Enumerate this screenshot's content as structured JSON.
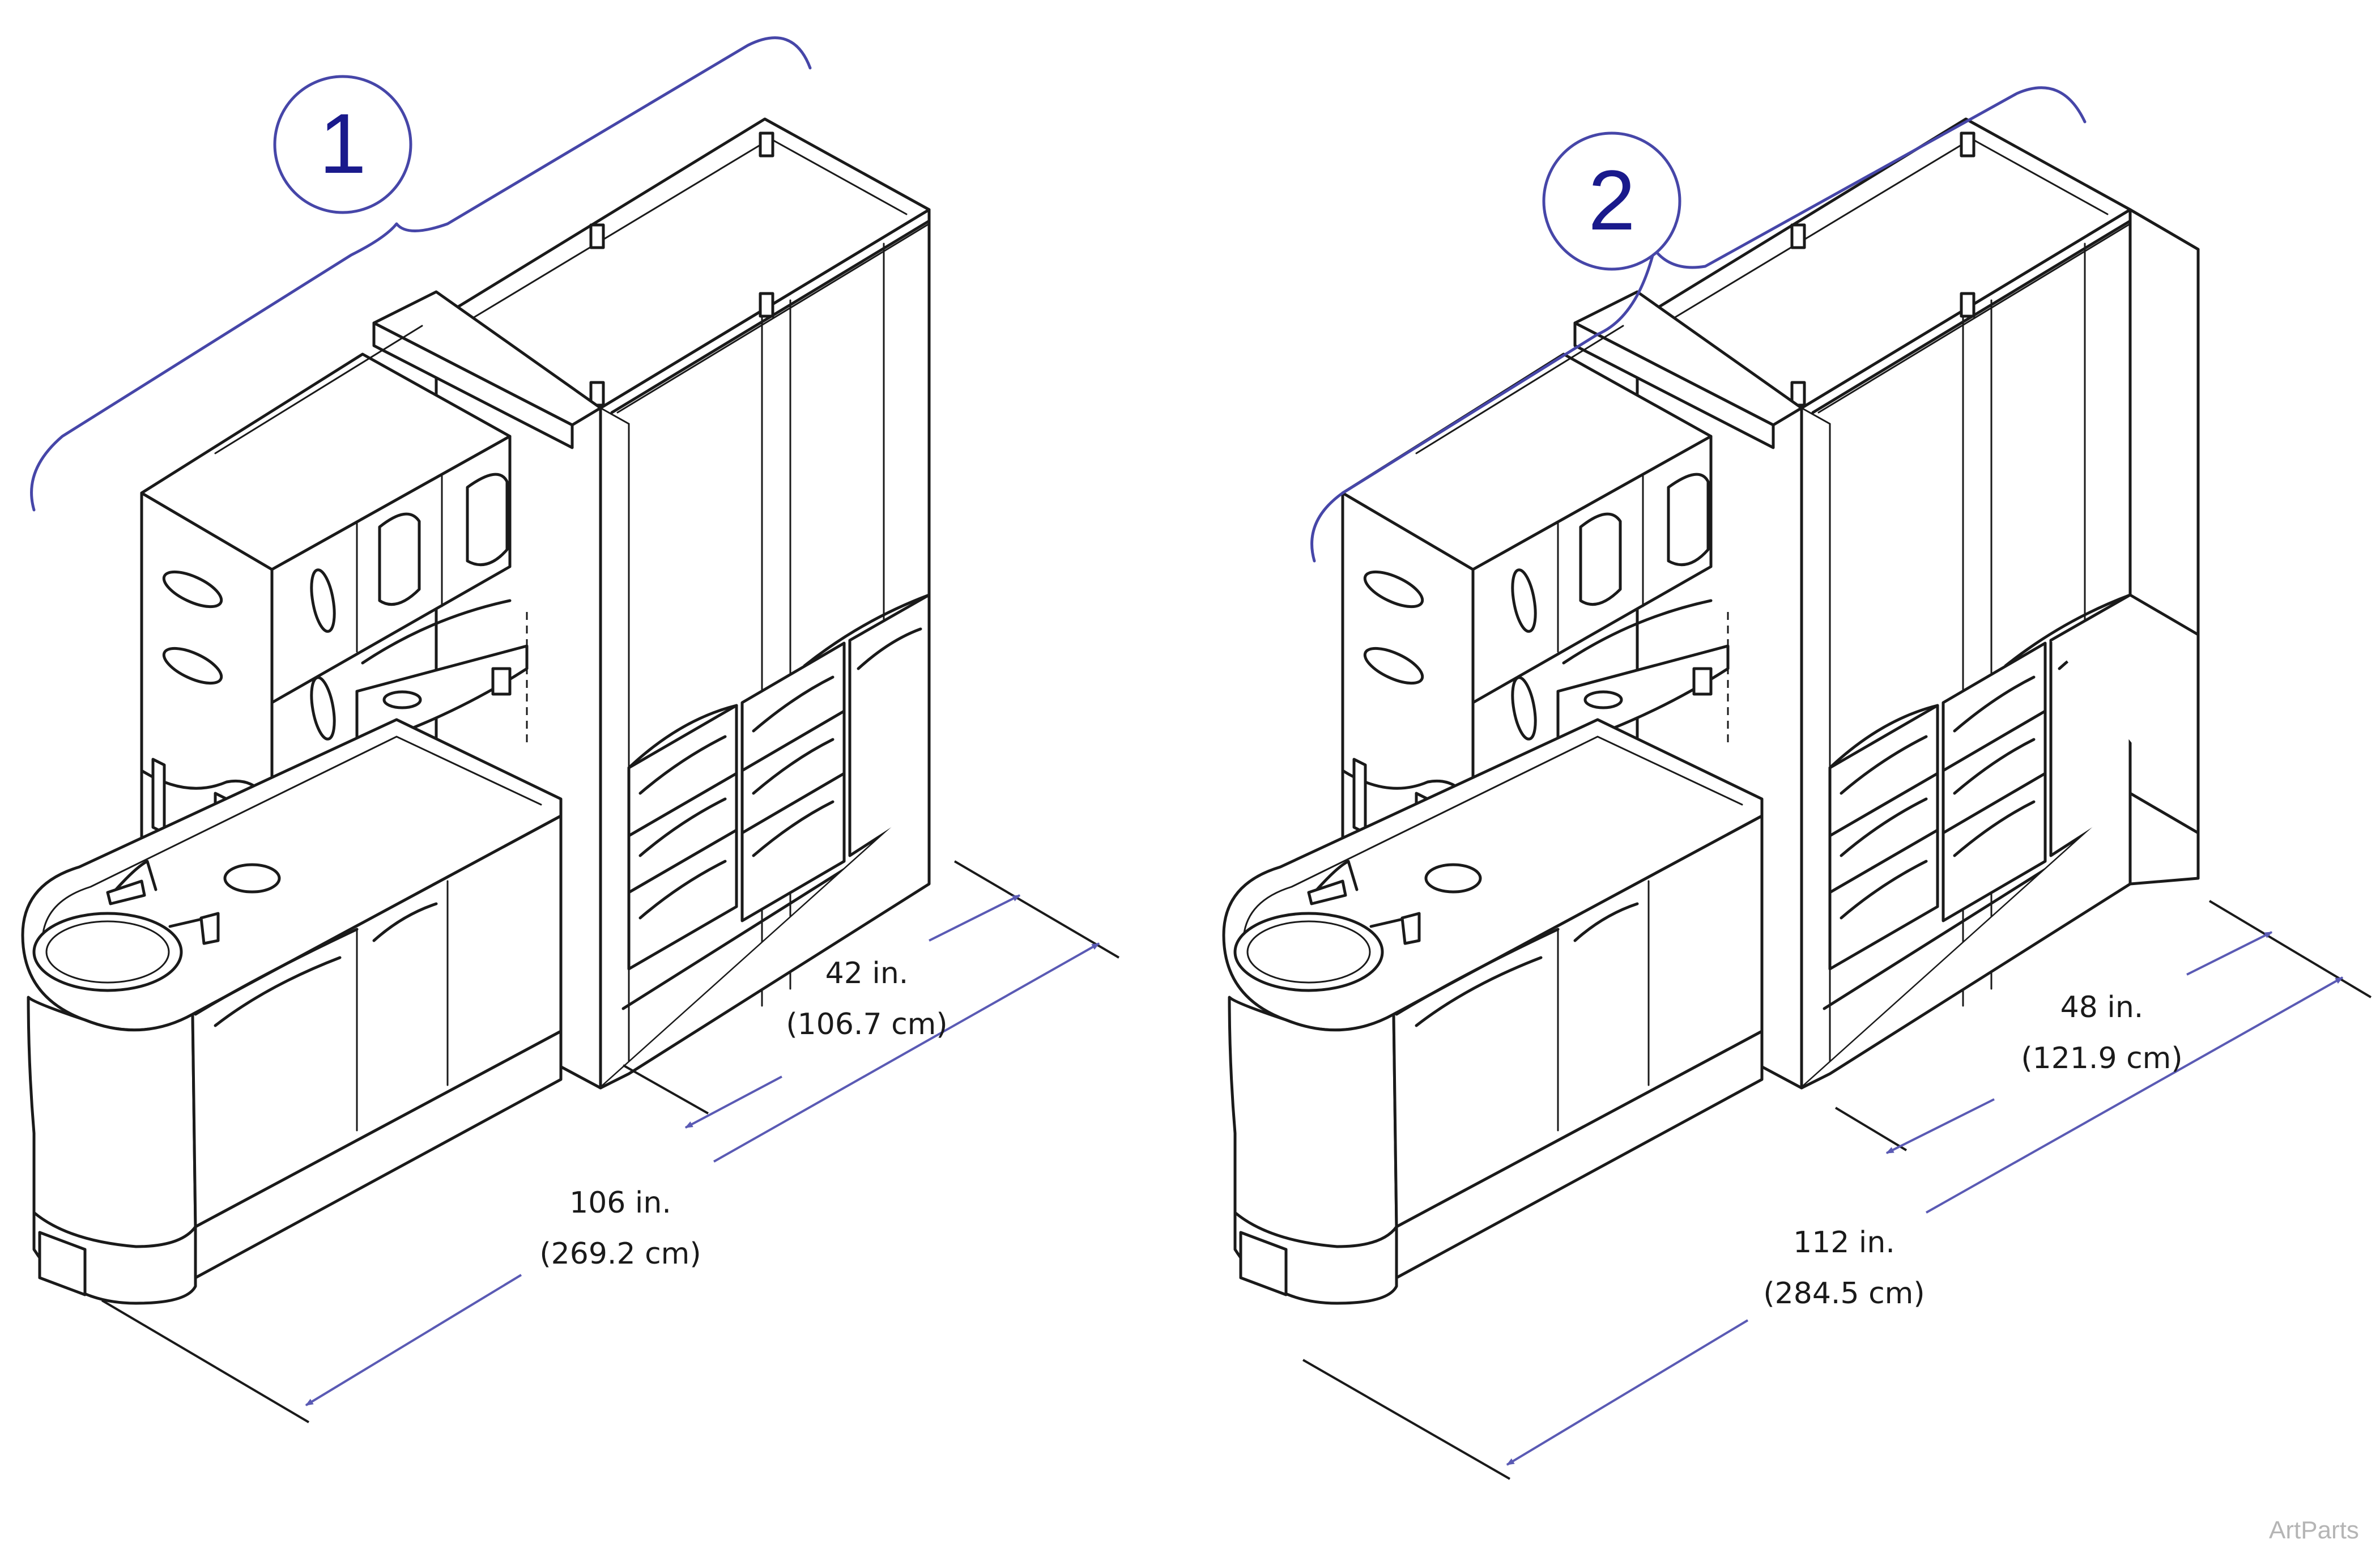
{
  "watermark": "ArtParts",
  "colors": {
    "dimension": "#5a5ab4",
    "callout": "#4646a8",
    "callout_text": "#1a1a8c",
    "line": "#1a1a1a"
  },
  "configurations": [
    {
      "callout": "1",
      "tall_cabinet_width": {
        "imperial": "42 in.",
        "metric": "(106.7 cm)"
      },
      "overall_width": {
        "imperial": "106 in.",
        "metric": "(269.2 cm)"
      }
    },
    {
      "callout": "2",
      "tall_cabinet_width": {
        "imperial": "48 in.",
        "metric": "(121.9 cm)"
      },
      "overall_width": {
        "imperial": "112 in.",
        "metric": "(284.5 cm)"
      }
    }
  ]
}
